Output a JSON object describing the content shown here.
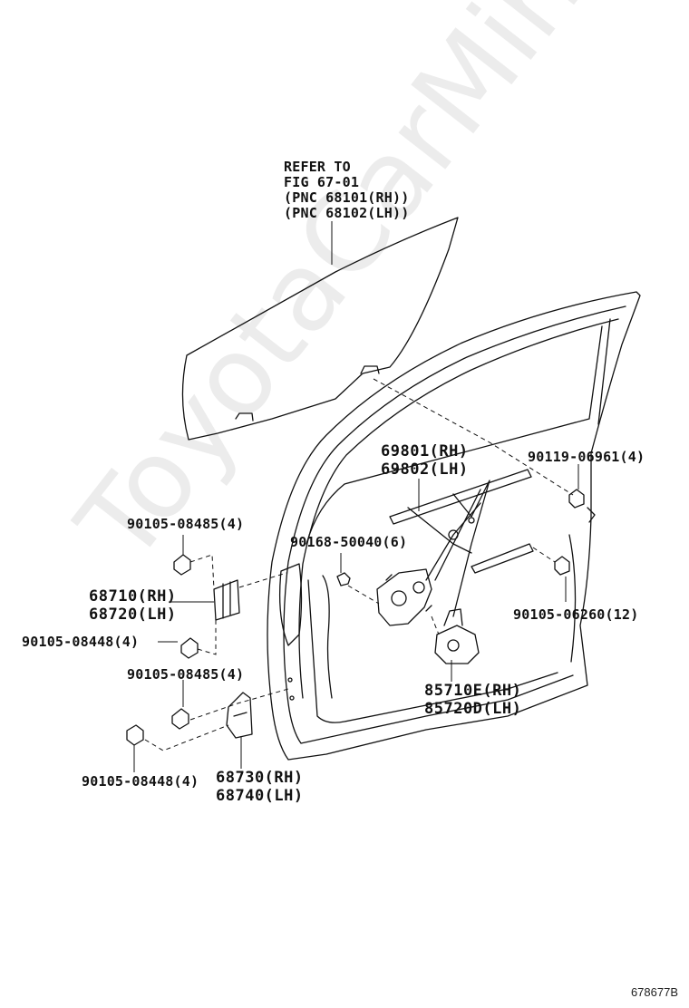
{
  "reference": {
    "line1": "REFER TO",
    "line2": "FIG 67-01",
    "line3": "(PNC 68101(RH))",
    "line4": "(PNC 68102(LH))"
  },
  "parts": {
    "regulator_rh": "69801(RH)",
    "regulator_lh": "69802(LH)",
    "bolt_90119": "90119-06961(4)",
    "bolt_90105_08485_a": "90105-08485(4)",
    "bolt_90168": "90168-50040(6)",
    "hinge_upper_rh": "68710(RH)",
    "hinge_upper_lh": "68720(LH)",
    "bolt_90105_08448_a": "90105-08448(4)",
    "bolt_90105_06260": "90105-06260(12)",
    "bolt_90105_08485_b": "90105-08485(4)",
    "motor_rh": "85710E(RH)",
    "motor_lh": "85720D(LH)",
    "bolt_90105_08448_b": "90105-08448(4)",
    "hinge_lower_rh": "68730(RH)",
    "hinge_lower_lh": "68740(LH)"
  },
  "watermark": "ToyotaCarMine.ru",
  "figure_code": "678677B"
}
